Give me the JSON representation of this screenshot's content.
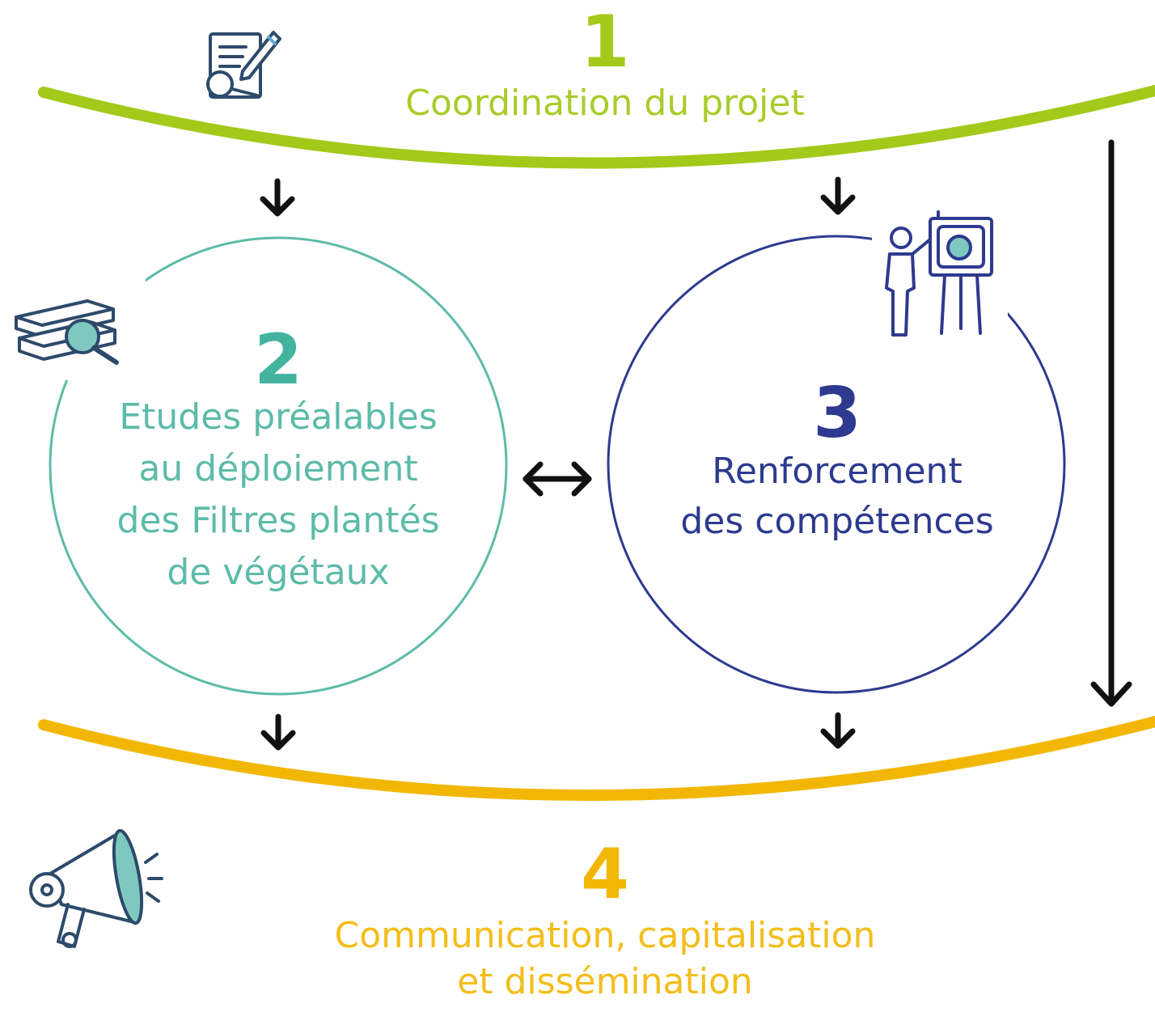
{
  "node1": {
    "number": "1",
    "label": "Coordination du projet"
  },
  "node2": {
    "number": "2",
    "label_lines": [
      "Etudes préalables",
      "au déploiement",
      "des Filtres plantés",
      "de végétaux"
    ]
  },
  "node3": {
    "number": "3",
    "label_lines": [
      "Renforcement",
      "des compétences"
    ]
  },
  "node4": {
    "number": "4",
    "label_lines": [
      "Communication, capitalisation",
      "et dissémination"
    ]
  },
  "colors": {
    "coordination_green": "#a3c91a",
    "studies_teal": "#43b3a0",
    "skills_navy": "#2d3a8f",
    "communication_yellow": "#f2b705",
    "arrow": "#111111"
  },
  "icons": {
    "node1": "document-edit-icon",
    "node2": "books-search-icon",
    "node3": "presenter-board-icon",
    "node4": "megaphone-icon"
  }
}
